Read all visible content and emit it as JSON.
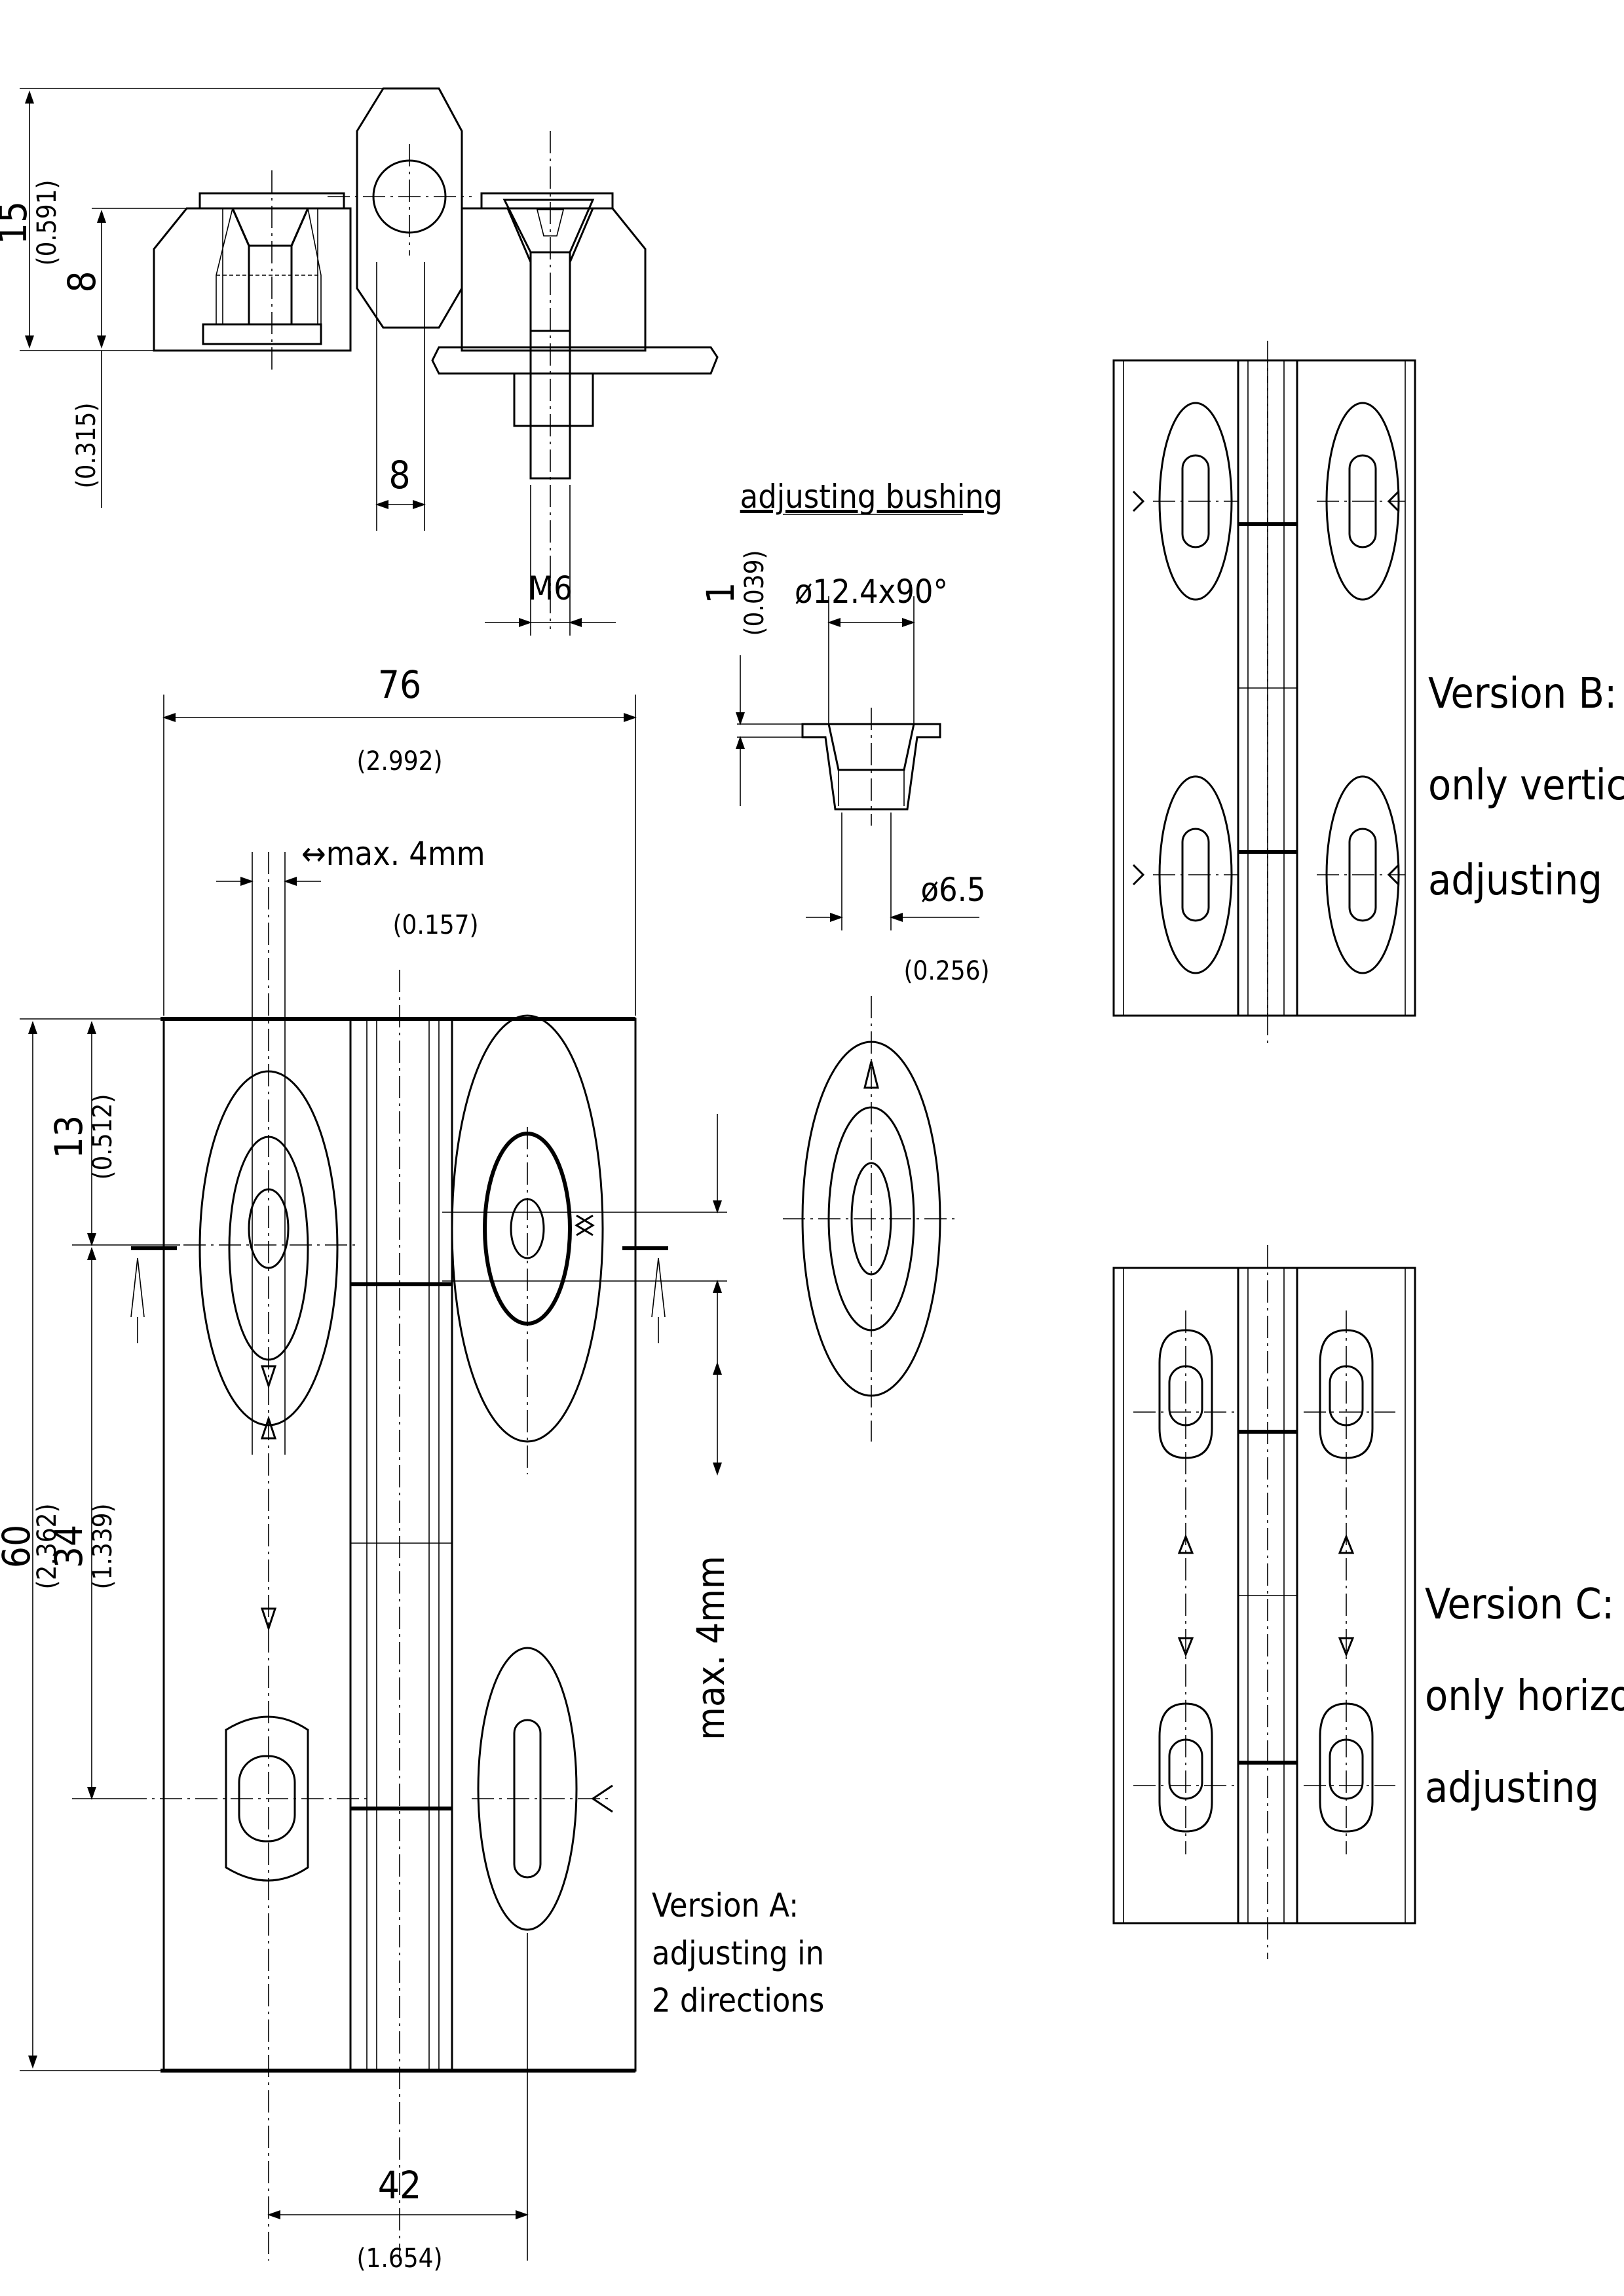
{
  "dimensions": {
    "h15": "15",
    "h15_in": "(0.591)",
    "h8": "8",
    "h8_in": "(0.315)",
    "w8": "8",
    "m6": "M6",
    "w76": "76",
    "w76_in": "(2.992)",
    "adj": "↔max. 4mm",
    "adj_in": "(0.157)",
    "h13": "13",
    "h13_in": "(0.512)",
    "h60": "60",
    "h60_in": "(2.362)",
    "h34": "34",
    "h34_in": "(1.339)",
    "w42": "42",
    "w42_in": "(1.654)",
    "vmax": "max. 4mm",
    "bush_title": "adjusting bushing",
    "bush_t": "1",
    "bush_t_in": "(0.039)",
    "bush_d1": "ø12.4x90°",
    "bush_d2": "ø6.5",
    "bush_d2_in": "(0.256)"
  },
  "versions": {
    "a": [
      "Version A:",
      "adjusting in",
      "2 directions"
    ],
    "b": [
      "Version B:",
      "only vertical",
      "adjusting"
    ],
    "c": [
      "Version C:",
      "only horizontal",
      "adjusting"
    ]
  }
}
